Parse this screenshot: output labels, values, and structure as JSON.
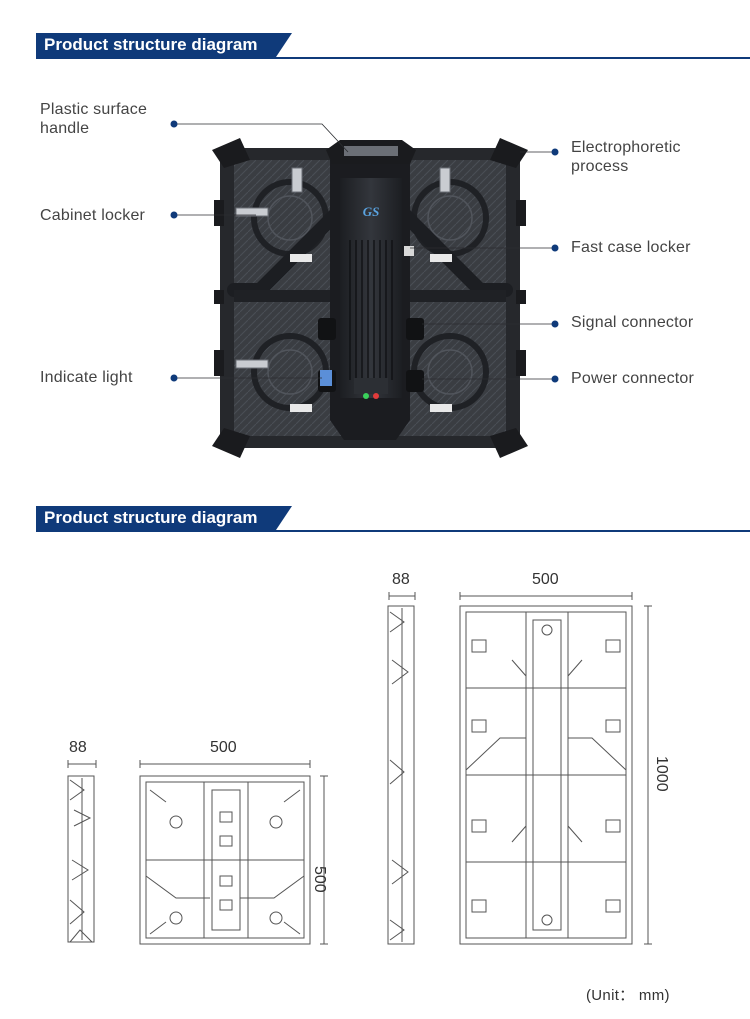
{
  "sections": [
    {
      "heading": "Product structure diagram"
    },
    {
      "heading": "Product structure diagram"
    }
  ],
  "callouts": {
    "left": [
      {
        "text": "Plastic surface handle",
        "line1": "Plastic surface",
        "line2": "handle"
      },
      {
        "text": "Cabinet locker"
      },
      {
        "text": "Indicate light"
      }
    ],
    "right": [
      {
        "text": "Electrophoretic process",
        "line1": "Electrophoretic",
        "line2": "process"
      },
      {
        "text": "Fast case locker"
      },
      {
        "text": "Signal connector"
      },
      {
        "text": "Power connector"
      }
    ]
  },
  "cabinet_logo": "GS",
  "dimensions": {
    "small_side_depth": "88",
    "small_front_width": "500",
    "small_front_height": "500",
    "large_side_depth": "88",
    "large_front_width": "500",
    "large_front_height": "1000"
  },
  "unit_note": "(Unit： mm)",
  "colors": {
    "accent": "#0f3a7a",
    "cabinet": "#2b2d31",
    "drawing_line": "#555555"
  }
}
